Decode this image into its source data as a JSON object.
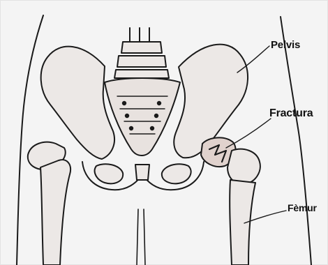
{
  "labels": {
    "pelvis": "Pelvis",
    "fracture": "Fractura",
    "femur": "Fèmur"
  },
  "colors": {
    "background": "#f4f4f4",
    "line": "#1a1a1a",
    "bone_fill": "#ece8e6",
    "fracture_fill": "#e0d2cd"
  }
}
